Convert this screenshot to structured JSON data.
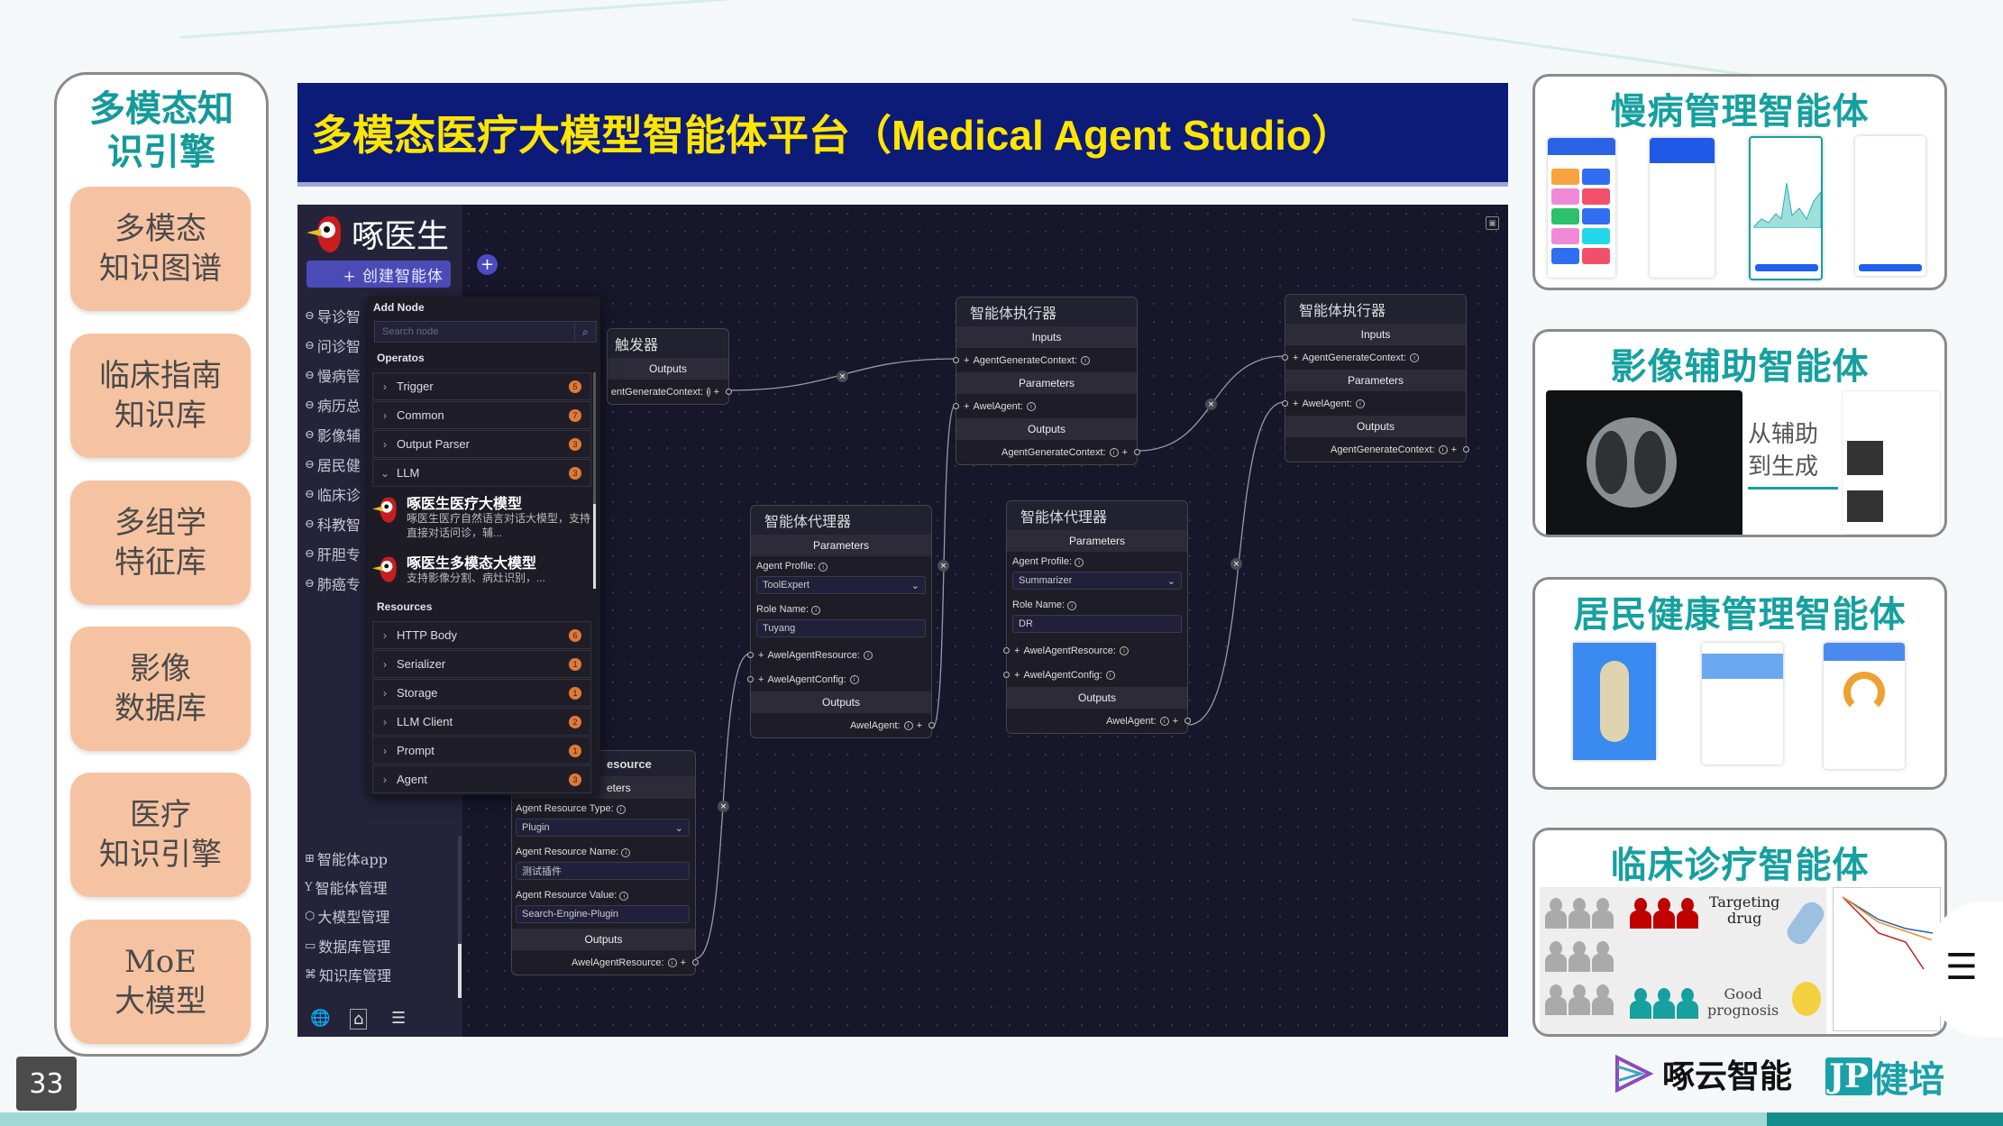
{
  "left_panel": {
    "title": "多模态知识引擎",
    "items": [
      "多模态\n知识图谱",
      "临床指南\n知识库",
      "多组学\n特征库",
      "影像\n数据库",
      "医疗\n知识引擎",
      "MoE\n大模型"
    ]
  },
  "page_number": "33",
  "banner_title": "多模态医疗大模型智能体平台（Medical Agent Studio）",
  "app": {
    "brand": "啄医生",
    "create_button": "+ 创建智能体",
    "add_button": "+",
    "nav_items": [
      "导诊智",
      "问诊智",
      "慢病管",
      "病历总",
      "影像辅",
      "居民健",
      "临床诊",
      "科教智",
      "肝胆专",
      "肺癌专"
    ],
    "bottom_nav": [
      {
        "icon": "⊞",
        "label": "智能体app"
      },
      {
        "icon": "Y",
        "label": "智能体管理"
      },
      {
        "icon": "⬡",
        "label": "大模型管理"
      },
      {
        "icon": "▭",
        "label": "数据库管理"
      },
      {
        "icon": "⌘",
        "label": "知识库管理"
      }
    ],
    "footer_icons": {
      "globe": "🌐",
      "home": "⌂",
      "menu": "☰"
    },
    "add_node": {
      "title": "Add Node",
      "search_placeholder": "Search node",
      "operators_label": "Operatos",
      "operators": [
        {
          "label": "Trigger",
          "count": "5",
          "expanded": false
        },
        {
          "label": "Common",
          "count": "7",
          "expanded": false
        },
        {
          "label": "Output Parser",
          "count": "3",
          "expanded": false
        },
        {
          "label": "LLM",
          "count": "3",
          "expanded": true
        }
      ],
      "llm_items": [
        {
          "title": "啄医生医疗大模型",
          "desc": "啄医生医疗自然语言对话大模型，支持直接对话问诊，辅..."
        },
        {
          "title": "啄医生多模态大模型",
          "desc": "支持影像分割、病灶识别，..."
        }
      ],
      "resources_label": "Resources",
      "resources": [
        {
          "label": "HTTP Body",
          "count": "6"
        },
        {
          "label": "Serializer",
          "count": "1"
        },
        {
          "label": "Storage",
          "count": "1"
        },
        {
          "label": "LLM Client",
          "count": "2"
        },
        {
          "label": "Prompt",
          "count": "1"
        },
        {
          "label": "Agent",
          "count": "3"
        }
      ]
    },
    "nodes": {
      "trigger": {
        "title": "触发器",
        "outputs": "Outputs",
        "output_port": "entGenerateContext:"
      },
      "executor1": {
        "title": "智能体执行器",
        "inputs": "Inputs",
        "input_port": "AgentGenerateContext:",
        "parameters": "Parameters",
        "param_port": "AwelAgent:",
        "outputs": "Outputs",
        "output_port": "AgentGenerateContext:"
      },
      "executor2": {
        "title": "智能体执行器",
        "inputs": "Inputs",
        "input_port": "AgentGenerateContext:",
        "parameters": "Parameters",
        "param_port": "AwelAgent:",
        "outputs": "Outputs",
        "output_port": "AgentGenerateContext:"
      },
      "proxy1": {
        "title": "智能体代理器",
        "parameters": "Parameters",
        "profile_label": "Agent Profile:",
        "profile_value": "ToolExpert",
        "role_label": "Role Name:",
        "role_value": "Tuyang",
        "resource_port": "AwelAgentResource:",
        "config_port": "AwelAgentConfig:",
        "outputs": "Outputs",
        "output_port": "AwelAgent:"
      },
      "proxy2": {
        "title": "智能体代理器",
        "parameters": "Parameters",
        "profile_label": "Agent Profile:",
        "profile_value": "Summarizer",
        "role_label": "Role Name:",
        "role_value": "DR",
        "resource_port": "AwelAgentResource:",
        "config_port": "AwelAgentConfig:",
        "outputs": "Outputs",
        "output_port": "AwelAgent:"
      },
      "resource": {
        "title": "esource",
        "parameters": "eters",
        "type_label": "Agent Resource Type:",
        "type_value": "Plugin",
        "name_label": "Agent Resource Name:",
        "name_value": "测试插件",
        "value_label": "Agent Resource Value:",
        "value_value": "Search-Engine-Plugin",
        "outputs": "Outputs",
        "output_port": "AwelAgentResource:"
      }
    }
  },
  "cards": [
    {
      "title": "慢病管理智能体"
    },
    {
      "title": "影像辅助智能体",
      "caption": "从辅助\n到生成"
    },
    {
      "title": "居民健康管理智能体"
    },
    {
      "title": "临床诊疗智能体",
      "targeting": "Targeting\ndrug",
      "good": "Good\nprognosis"
    }
  ],
  "logos": {
    "zhuoyun": "啄云智能",
    "jianpei_jp": "JP",
    "jianpei": "健培"
  },
  "menu_icon": "☰",
  "colors": {
    "teal": "#16a0a0",
    "banner": "#0c1a78",
    "banner_text": "#ffe600",
    "peach": "#f6c3a2",
    "canvas": "#17162a",
    "badge": "#e07a38"
  }
}
